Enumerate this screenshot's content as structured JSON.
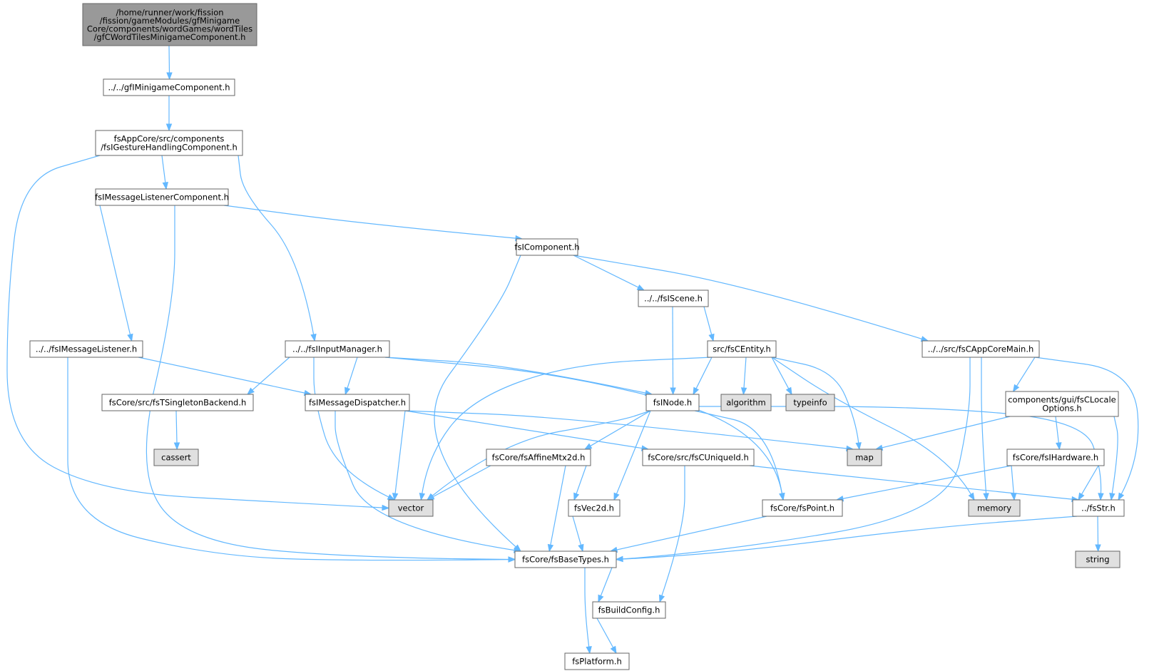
{
  "colors": {
    "edge": "#63b8ff",
    "root_fill": "#999999",
    "header_fill": "#ffffff",
    "system_fill": "#e0e0e0",
    "border": "#666666"
  },
  "nodes": [
    {
      "id": "root",
      "kind": "root",
      "lines": [
        "/home/runner/work/fission",
        "/fission/gameModules/gfMinigame",
        "Core/components/wordGames/wordTiles",
        "/gfCWordTilesMinigameComponent.h"
      ]
    },
    {
      "id": "gfIMinigameComponent",
      "kind": "header",
      "lines": [
        "../../gfIMinigameComponent.h"
      ]
    },
    {
      "id": "fsIGestureHandlingComponent",
      "kind": "header",
      "lines": [
        "fsAppCore/src/components",
        "/fsIGestureHandlingComponent.h"
      ]
    },
    {
      "id": "fsIMessageListenerComponent",
      "kind": "header",
      "lines": [
        "fsIMessageListenerComponent.h"
      ]
    },
    {
      "id": "fsIComponent",
      "kind": "header",
      "lines": [
        "fsIComponent.h"
      ]
    },
    {
      "id": "fsIScene",
      "kind": "header",
      "lines": [
        "../../fsIScene.h"
      ]
    },
    {
      "id": "fsIMessageListener",
      "kind": "header",
      "lines": [
        "../../fsIMessageListener.h"
      ]
    },
    {
      "id": "fsIInputManager",
      "kind": "header",
      "lines": [
        "../../fsIInputManager.h"
      ]
    },
    {
      "id": "fsCEntity",
      "kind": "header",
      "lines": [
        "src/fsCEntity.h"
      ]
    },
    {
      "id": "fsCAppCoreMain",
      "kind": "header",
      "lines": [
        "../../src/fsCAppCoreMain.h"
      ]
    },
    {
      "id": "fsTSingletonBackend",
      "kind": "header",
      "lines": [
        "fsCore/src/fsTSingletonBackend.h"
      ]
    },
    {
      "id": "fsIMessageDispatcher",
      "kind": "header",
      "lines": [
        "fsIMessageDispatcher.h"
      ]
    },
    {
      "id": "fsINode",
      "kind": "header",
      "lines": [
        "fsINode.h"
      ]
    },
    {
      "id": "algorithm",
      "kind": "system",
      "lines": [
        "algorithm"
      ]
    },
    {
      "id": "typeinfo",
      "kind": "system",
      "lines": [
        "typeinfo"
      ]
    },
    {
      "id": "fsCLocaleOptions",
      "kind": "header",
      "lines": [
        "components/gui/fsCLocale",
        "Options.h"
      ]
    },
    {
      "id": "cassert",
      "kind": "system",
      "lines": [
        "cassert"
      ]
    },
    {
      "id": "fsAffineMtx2d",
      "kind": "header",
      "lines": [
        "fsCore/fsAffineMtx2d.h"
      ]
    },
    {
      "id": "fsCUniqueId",
      "kind": "header",
      "lines": [
        "fsCore/src/fsCUniqueId.h"
      ]
    },
    {
      "id": "map",
      "kind": "system",
      "lines": [
        "map"
      ]
    },
    {
      "id": "fsIHardware",
      "kind": "header",
      "lines": [
        "fsCore/fsIHardware.h"
      ]
    },
    {
      "id": "vector",
      "kind": "system",
      "lines": [
        "vector"
      ]
    },
    {
      "id": "fsVec2d",
      "kind": "header",
      "lines": [
        "fsVec2d.h"
      ]
    },
    {
      "id": "fsPoint",
      "kind": "header",
      "lines": [
        "fsCore/fsPoint.h"
      ]
    },
    {
      "id": "memory",
      "kind": "system",
      "lines": [
        "memory"
      ]
    },
    {
      "id": "fsStr",
      "kind": "header",
      "lines": [
        "../fsStr.h"
      ]
    },
    {
      "id": "fsBaseTypes",
      "kind": "header",
      "lines": [
        "fsCore/fsBaseTypes.h"
      ]
    },
    {
      "id": "string",
      "kind": "system",
      "lines": [
        "string"
      ]
    },
    {
      "id": "fsBuildConfig",
      "kind": "header",
      "lines": [
        "fsBuildConfig.h"
      ]
    },
    {
      "id": "fsPlatform",
      "kind": "header",
      "lines": [
        "fsPlatform.h"
      ]
    }
  ],
  "edges": [
    [
      "root",
      "gfIMinigameComponent"
    ],
    [
      "gfIMinigameComponent",
      "fsIGestureHandlingComponent"
    ],
    [
      "fsIGestureHandlingComponent",
      "fsIMessageListenerComponent"
    ],
    [
      "fsIGestureHandlingComponent",
      "fsIInputManager"
    ],
    [
      "fsIGestureHandlingComponent",
      "vector"
    ],
    [
      "fsIMessageListenerComponent",
      "fsIComponent"
    ],
    [
      "fsIMessageListenerComponent",
      "fsIMessageListener"
    ],
    [
      "fsIMessageListenerComponent",
      "fsBaseTypes"
    ],
    [
      "fsIComponent",
      "fsIScene"
    ],
    [
      "fsIComponent",
      "fsCAppCoreMain"
    ],
    [
      "fsIComponent",
      "fsBaseTypes"
    ],
    [
      "fsIScene",
      "fsCEntity"
    ],
    [
      "fsIScene",
      "fsINode"
    ],
    [
      "fsIMessageListener",
      "fsIMessageDispatcher"
    ],
    [
      "fsIMessageListener",
      "fsBaseTypes"
    ],
    [
      "fsIInputManager",
      "fsTSingletonBackend"
    ],
    [
      "fsIInputManager",
      "fsIMessageDispatcher"
    ],
    [
      "fsIInputManager",
      "fsINode"
    ],
    [
      "fsIInputManager",
      "fsPoint"
    ],
    [
      "fsIInputManager",
      "vector"
    ],
    [
      "fsCEntity",
      "fsINode"
    ],
    [
      "fsCEntity",
      "algorithm"
    ],
    [
      "fsCEntity",
      "typeinfo"
    ],
    [
      "fsCEntity",
      "map"
    ],
    [
      "fsCEntity",
      "memory"
    ],
    [
      "fsCEntity",
      "vector"
    ],
    [
      "fsCAppCoreMain",
      "fsCLocaleOptions"
    ],
    [
      "fsCAppCoreMain",
      "memory"
    ],
    [
      "fsCAppCoreMain",
      "fsStr"
    ],
    [
      "fsCAppCoreMain",
      "fsBaseTypes"
    ],
    [
      "fsTSingletonBackend",
      "cassert"
    ],
    [
      "fsIMessageDispatcher",
      "fsCUniqueId"
    ],
    [
      "fsIMessageDispatcher",
      "map"
    ],
    [
      "fsIMessageDispatcher",
      "vector"
    ],
    [
      "fsIMessageDispatcher",
      "fsBaseTypes"
    ],
    [
      "fsINode",
      "fsAffineMtx2d"
    ],
    [
      "fsINode",
      "fsVec2d"
    ],
    [
      "fsINode",
      "fsPoint"
    ],
    [
      "fsINode",
      "fsStr"
    ],
    [
      "fsINode",
      "vector"
    ],
    [
      "fsCLocaleOptions",
      "fsIHardware"
    ],
    [
      "fsCLocaleOptions",
      "map"
    ],
    [
      "fsCLocaleOptions",
      "fsStr"
    ],
    [
      "fsAffineMtx2d",
      "vector"
    ],
    [
      "fsAffineMtx2d",
      "fsVec2d"
    ],
    [
      "fsAffineMtx2d",
      "fsBaseTypes"
    ],
    [
      "fsCUniqueId",
      "fsStr"
    ],
    [
      "fsCUniqueId",
      "fsBuildConfig"
    ],
    [
      "fsIHardware",
      "fsPoint"
    ],
    [
      "fsIHardware",
      "memory"
    ],
    [
      "fsIHardware",
      "fsStr"
    ],
    [
      "fsVec2d",
      "fsBaseTypes"
    ],
    [
      "fsPoint",
      "fsBaseTypes"
    ],
    [
      "fsStr",
      "string"
    ],
    [
      "fsStr",
      "fsBaseTypes"
    ],
    [
      "fsBaseTypes",
      "fsBuildConfig"
    ],
    [
      "fsBaseTypes",
      "fsPlatform"
    ],
    [
      "fsBuildConfig",
      "fsPlatform"
    ]
  ]
}
